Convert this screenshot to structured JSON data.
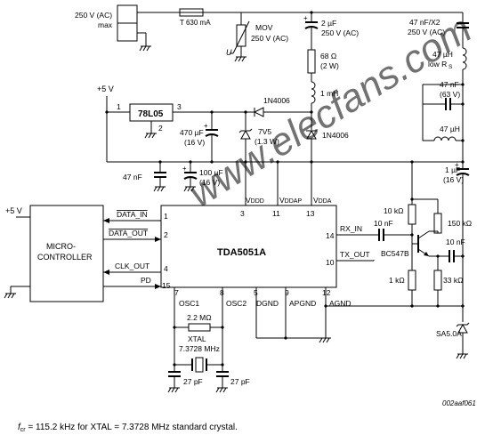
{
  "mains": {
    "voltage": "250 V (AC)",
    "max": "max"
  },
  "fuse": {
    "label": "T 630 mA"
  },
  "mov": {
    "name": "MOV",
    "rating": "250 V (AC)",
    "u_symbol": "U"
  },
  "c_x2_top": {
    "value": "2 µF",
    "rating": "250 V (AC)"
  },
  "r_68": {
    "value": "68 Ω",
    "power": "(2 W)"
  },
  "l_1mh": {
    "value": "1 mH"
  },
  "supply_5v_top": "+5 V",
  "reg": {
    "name": "78L05",
    "pin1": "1",
    "pin2": "2",
    "pin3": "3"
  },
  "diode_1n4006_a": "1N4006",
  "diode_1n4006_b": "1N4006",
  "c_470": {
    "value": "470 µF",
    "rating": "(16 V)"
  },
  "zener_7v5": {
    "value": "7V5",
    "power": "(1.3 W)"
  },
  "c_47n_left": "47 nF",
  "c_100u": {
    "value": "100 µF",
    "rating": "(16 V)"
  },
  "right_chain": {
    "c_47n_x2": {
      "value": "47 nF/X2",
      "rating": "250 V (AC)"
    },
    "l_47u_top": {
      "value": "47 µH",
      "note": "low R",
      "note_sub": "S"
    },
    "c_47n_63": {
      "value": "47 nF",
      "rating": "(63 V)"
    },
    "l_47u_mid": "47 µH",
    "c_1u": {
      "value": "1 µF",
      "rating": "(16 V)"
    }
  },
  "ic": {
    "name": "TDA5051A",
    "pins": {
      "vddd": {
        "name": "V",
        "sub": "DDD",
        "num": "3"
      },
      "vddap": {
        "name": "V",
        "sub": "DDAP",
        "num": "11"
      },
      "vdda": {
        "name": "V",
        "sub": "DDA",
        "num": "13"
      },
      "rx_in": {
        "name": "RX_IN",
        "num": "14"
      },
      "tx_out": {
        "name": "TX_OUT",
        "num": "10"
      },
      "osc1": {
        "name": "OSC1",
        "num": "7"
      },
      "osc2": {
        "name": "OSC2",
        "num": "8"
      },
      "dgnd": {
        "name": "DGND",
        "num": "5"
      },
      "apgnd": {
        "name": "APGND",
        "num": "9"
      },
      "agnd": {
        "name": "AGND",
        "num": "12"
      }
    }
  },
  "mcu": {
    "name_line1": "MICRO-",
    "name_line2": "CONTROLLER",
    "supply": "+5 V",
    "signals": {
      "data_in": {
        "name": "DATA_IN",
        "num": "1"
      },
      "data_out": {
        "name": "DATA_OUT",
        "num": "2"
      },
      "clk_out": {
        "name": "CLK_OUT",
        "num": "4"
      },
      "pd": {
        "name": "PD",
        "num": "15"
      }
    }
  },
  "osc": {
    "r": "2.2 MΩ",
    "xtal_name": "XTAL",
    "xtal_freq": "7.3728 MHz",
    "c1": "27 pF",
    "c2": "27 pF"
  },
  "rx_stage": {
    "c_in": "10 nF",
    "r_10k": "10 kΩ",
    "r_150k": "150 kΩ",
    "transistor": "BC547B",
    "c_out": "10 nF",
    "r_1k": "1 kΩ",
    "r_33k": "33 kΩ"
  },
  "tvs": "SA5.0A",
  "figure_id": "002aaf061",
  "caption": {
    "f": "f",
    "sub": "cr",
    "text": " = 115.2 kHz for XTAL = 7.3728 MHz standard crystal."
  },
  "watermark": "www.elecfans.com"
}
